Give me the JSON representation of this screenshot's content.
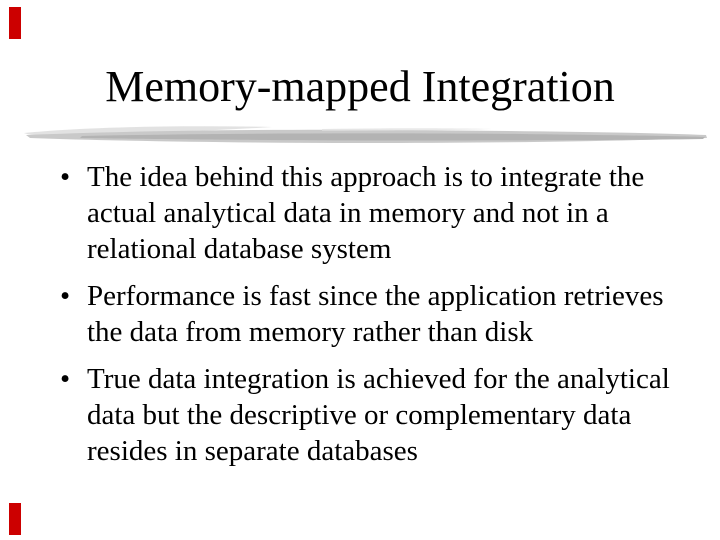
{
  "slide": {
    "title": "Memory-mapped Integration",
    "bullet_marker": "•",
    "bullets": [
      {
        "lines": [
          "The idea behind this approach is to integrate the",
          "actual analytical data in memory and not in a",
          "relational database system"
        ]
      },
      {
        "lines": [
          "Performance is fast since the application retrieves",
          "the data from memory rather than disk"
        ]
      },
      {
        "lines": [
          "True data integration is achieved for the analytical",
          "data but the descriptive or complementary data",
          "resides in separate databases"
        ]
      }
    ]
  },
  "colors": {
    "background": "#ffffff",
    "text": "#000000",
    "accent-red": "#cc0000",
    "smudge-dark": "#b3b3b3",
    "smudge-mid": "#c9c9c9",
    "smudge-light": "#dfdfdf"
  }
}
